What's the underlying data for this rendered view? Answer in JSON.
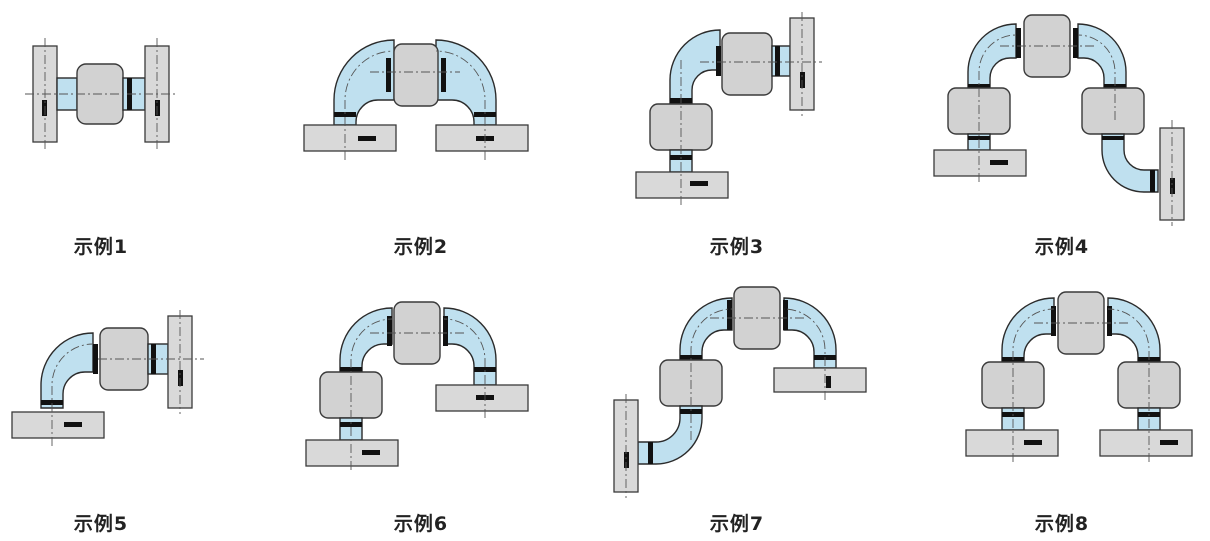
{
  "examples": [
    {
      "caption": "示例1"
    },
    {
      "caption": "示例2"
    },
    {
      "caption": "示例3"
    },
    {
      "caption": "示例4"
    },
    {
      "caption": "示例5"
    },
    {
      "caption": "示例6"
    },
    {
      "caption": "示例7"
    },
    {
      "caption": "示例8"
    }
  ],
  "colors": {
    "pipe": "#bfe0ef",
    "body": "#d2d2d2",
    "flange": "#d9d9d9",
    "outline": "#2b2b2b"
  }
}
